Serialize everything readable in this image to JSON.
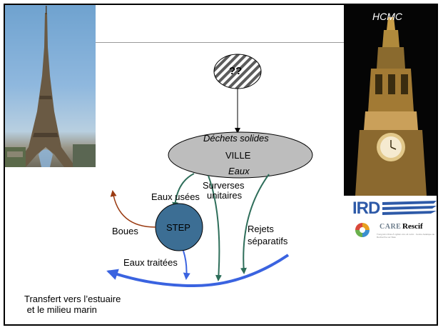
{
  "photos": {
    "paris": {
      "caption": ""
    },
    "hcmc": {
      "caption": "HCMC"
    }
  },
  "diagram": {
    "unknown_source": "??",
    "city_top": "Déchets solides",
    "city_name": "VILLE",
    "city_bottom": "Eaux",
    "eaux_usees": "Eaux usées",
    "surverses_line1": "Surverses",
    "surverses_line2": "unitaires",
    "plant": "STEP",
    "boues": "Boues",
    "rejets_line1": "Rejets",
    "rejets_line2": "séparatifs",
    "eaux_traitees": "Eaux traitées",
    "transfer_line1": "Transfert vers l’estuaire",
    "transfer_line2": " et le milieu marin"
  },
  "logos": {
    "ird": "IRD",
    "care_org": "CARE",
    "rescif": "Rescif",
    "care_subtitle": "Trung tâm Châu Á nghiên cứu về nước · Centre Asiatique de Recherche sur l'Eau"
  },
  "colors": {
    "arrow_blue": "#3a63e0",
    "flow_green": "#2e6e5a",
    "boues_brown": "#9a3b12",
    "step_fill": "#3c6e94",
    "ville_fill": "#bdbdbd",
    "ird_blue": "#2e5aa8"
  }
}
